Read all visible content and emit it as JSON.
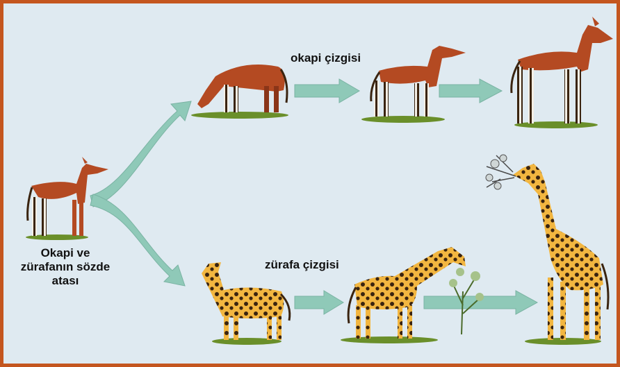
{
  "labels": {
    "okapi_line": "okapi çizgisi",
    "giraffe_line": "zürafa çizgisi",
    "ancestor": [
      "Okapi ve",
      "zürafanın sözde",
      "atası"
    ]
  },
  "colors": {
    "border": "#c4561f",
    "background": "#dfeaf1",
    "arrow": "#8fc9b8",
    "okapi_body": "#b44a22",
    "giraffe_body": "#f2b640",
    "giraffe_spots": "#3a2410",
    "grass": "#6a8f2a"
  }
}
